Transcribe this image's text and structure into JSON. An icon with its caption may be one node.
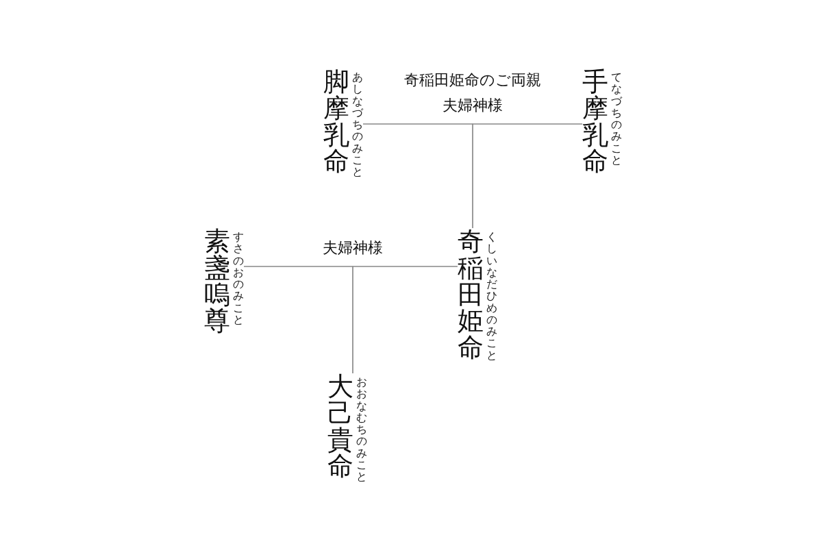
{
  "diagram": {
    "nodes": [
      {
        "text": [
          "脚摩乳命"
        ],
        "beside": [
          "あしなづちのみこと"
        ]
      },
      {
        "text": [
          "手摩乳命"
        ],
        "beside": [
          "てなづちのみこと"
        ]
      },
      {
        "text": [
          "奇稲田姫命"
        ],
        "beside": [
          "くしいなだひめのみこと"
        ]
      },
      {
        "text": [
          "素盞嗚尊"
        ],
        "beside": [
          "すさのおのみこと"
        ]
      },
      {
        "text": [
          "大己貴命"
        ],
        "beside": [
          "おおなむちのみこと"
        ]
      }
    ],
    "edges": [
      {
        "from": 0,
        "to": 1,
        "arrow": "none",
        "label": "夫婦神様"
      },
      {
        "from": 0,
        "to": 2,
        "arrow": "none"
      },
      {
        "from": 1,
        "to": 2,
        "arrow": "none"
      },
      {
        "from": 3,
        "to": 2,
        "arrow": "none",
        "label": "夫婦神様"
      },
      {
        "from": 3,
        "to": 4,
        "arrow": "none"
      },
      {
        "from": 2,
        "to": 4,
        "arrow": "none"
      }
    ],
    "labels": [
      "奇稲田姫命のご両親"
    ]
  }
}
